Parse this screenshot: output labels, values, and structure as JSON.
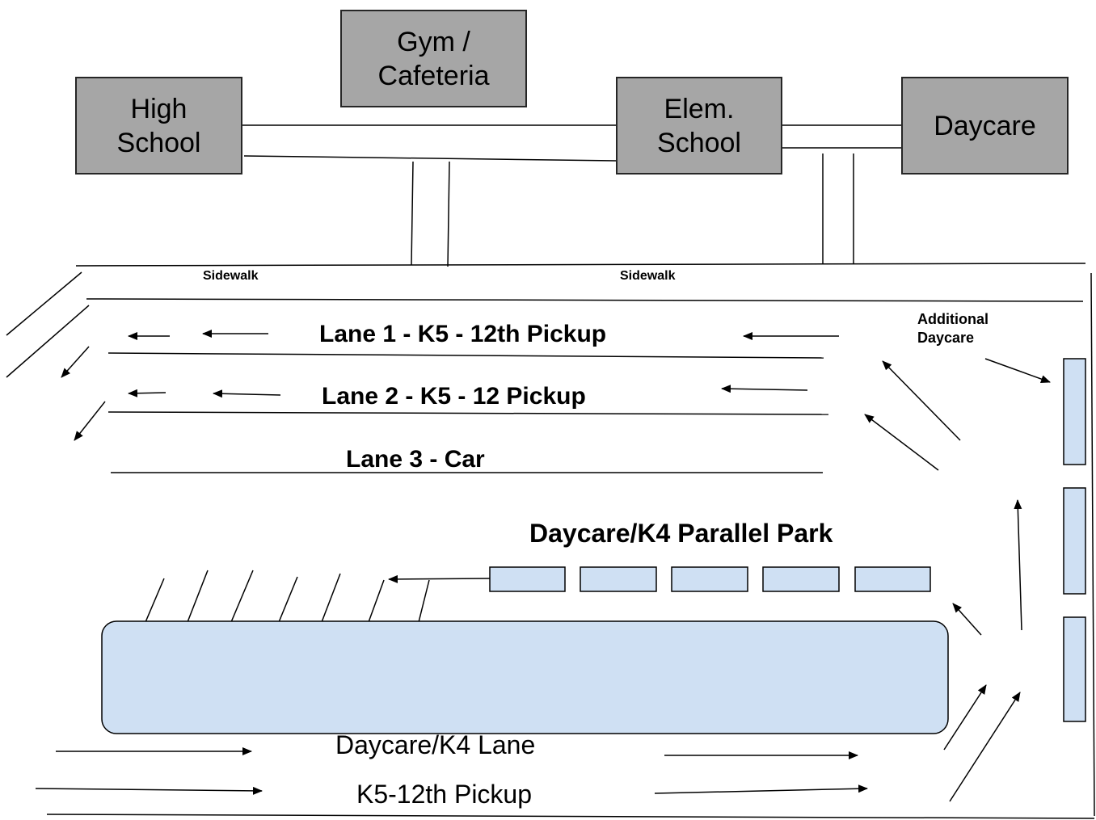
{
  "buildings": {
    "gym": "Gym /\nCafeteria",
    "high_school": "High\nSchool",
    "elem_school": "Elem.\nSchool",
    "daycare": "Daycare"
  },
  "labels": {
    "sidewalk_left": "Sidewalk",
    "sidewalk_right": "Sidewalk",
    "lane1": "Lane 1 - K5 - 12th Pickup",
    "lane2": "Lane 2 - K5 - 12 Pickup",
    "lane3": "Lane 3 - Car",
    "additional_daycare": "Additional\nDaycare",
    "parallel_park": "Daycare/K4 Parallel Park",
    "daycare_lane": "Daycare/K4 Lane",
    "k5_pickup": "K5-12th Pickup"
  },
  "colors": {
    "building_fill": "#a6a6a6",
    "parking_fill": "#cfe0f3",
    "line": "#000000"
  }
}
